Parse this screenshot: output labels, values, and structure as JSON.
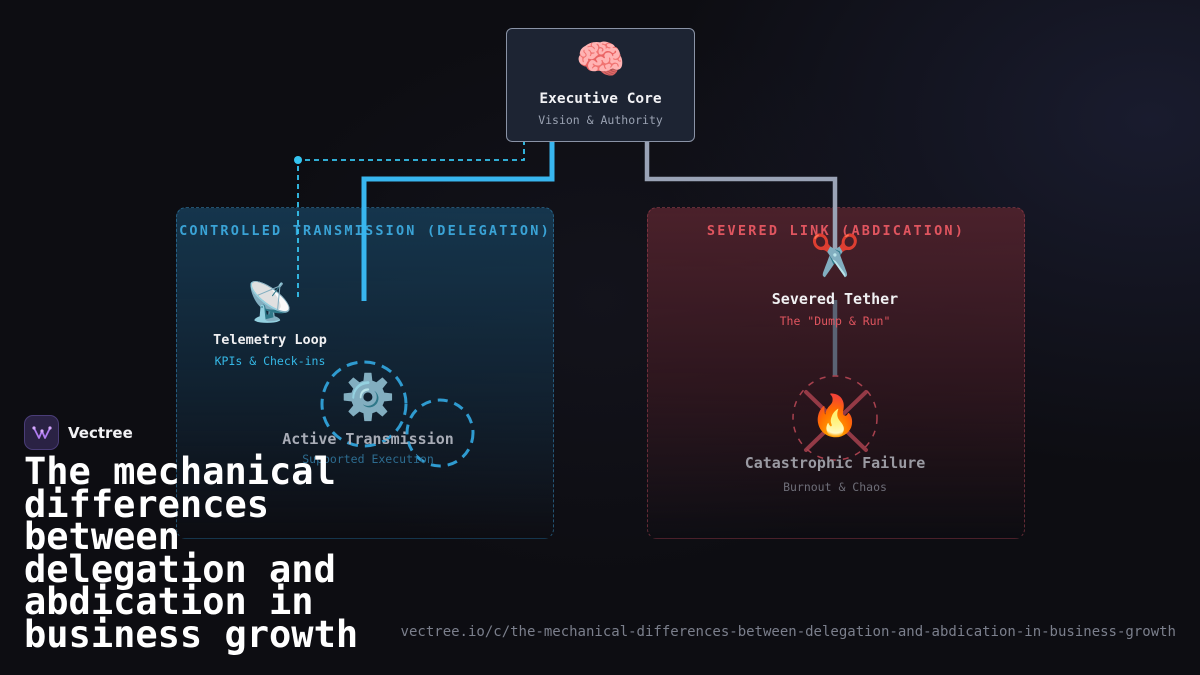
{
  "core": {
    "icon": "brain-icon",
    "emoji": "🧠",
    "title": "Executive Core",
    "subtitle": "Vision & Authority"
  },
  "delegation": {
    "title": "CONTROLLED TRANSMISSION (DELEGATION)",
    "accent": "#38b6ef",
    "telemetry": {
      "icon": "satellite-dish-icon",
      "emoji": "📡",
      "title": "Telemetry Loop",
      "subtitle": "KPIs & Check-ins"
    },
    "transmission": {
      "icon": "gear-icon",
      "emoji": "⚙️",
      "title": "Active Transmission",
      "subtitle": "Supported Execution"
    }
  },
  "abdication": {
    "title": "SEVERED LINK (ABDICATION)",
    "accent": "#e0555f",
    "tether": {
      "icon": "scissors-icon",
      "emoji": "✂️",
      "title": "Severed Tether",
      "subtitle": "The \"Dump & Run\""
    },
    "failure": {
      "icon": "fire-icon",
      "emoji": "🔥",
      "title": "Catastrophic Failure",
      "subtitle": "Burnout & Chaos"
    }
  },
  "brand": {
    "name": "Vectree",
    "logo": "vectree-logo-icon"
  },
  "headline": "The mechanical differences between delegation and abdication in business growth",
  "url": "vectree.io/c/the-mechanical-differences-between-delegation-and-abdication-in-business-growth"
}
